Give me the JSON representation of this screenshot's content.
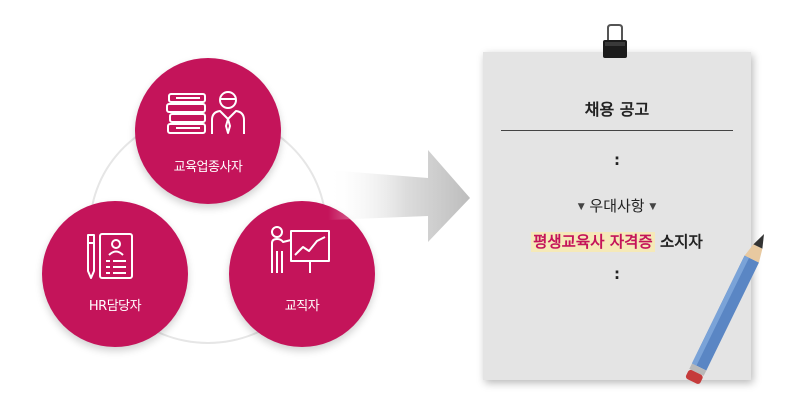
{
  "roles": {
    "education": "교육업종사자",
    "hr": "HR담당자",
    "teacher": "교직자"
  },
  "posting": {
    "title": "채용 공고",
    "dots_top": ":",
    "benefit_left": "▼",
    "benefit": "우대사항",
    "benefit_right": "▼",
    "requirement_highlight": "평생교육사 자격증",
    "requirement_rest": " 소지자",
    "dots_bottom": ":"
  },
  "colors": {
    "accent": "#c4145a",
    "paper": "#e4e4e4",
    "highlight": "#f5e9b8"
  },
  "icons": [
    "books-person-icon",
    "document-pen-icon",
    "teacher-board-icon",
    "binder-clip-icon",
    "pencil-icon",
    "arrow-right-icon"
  ]
}
